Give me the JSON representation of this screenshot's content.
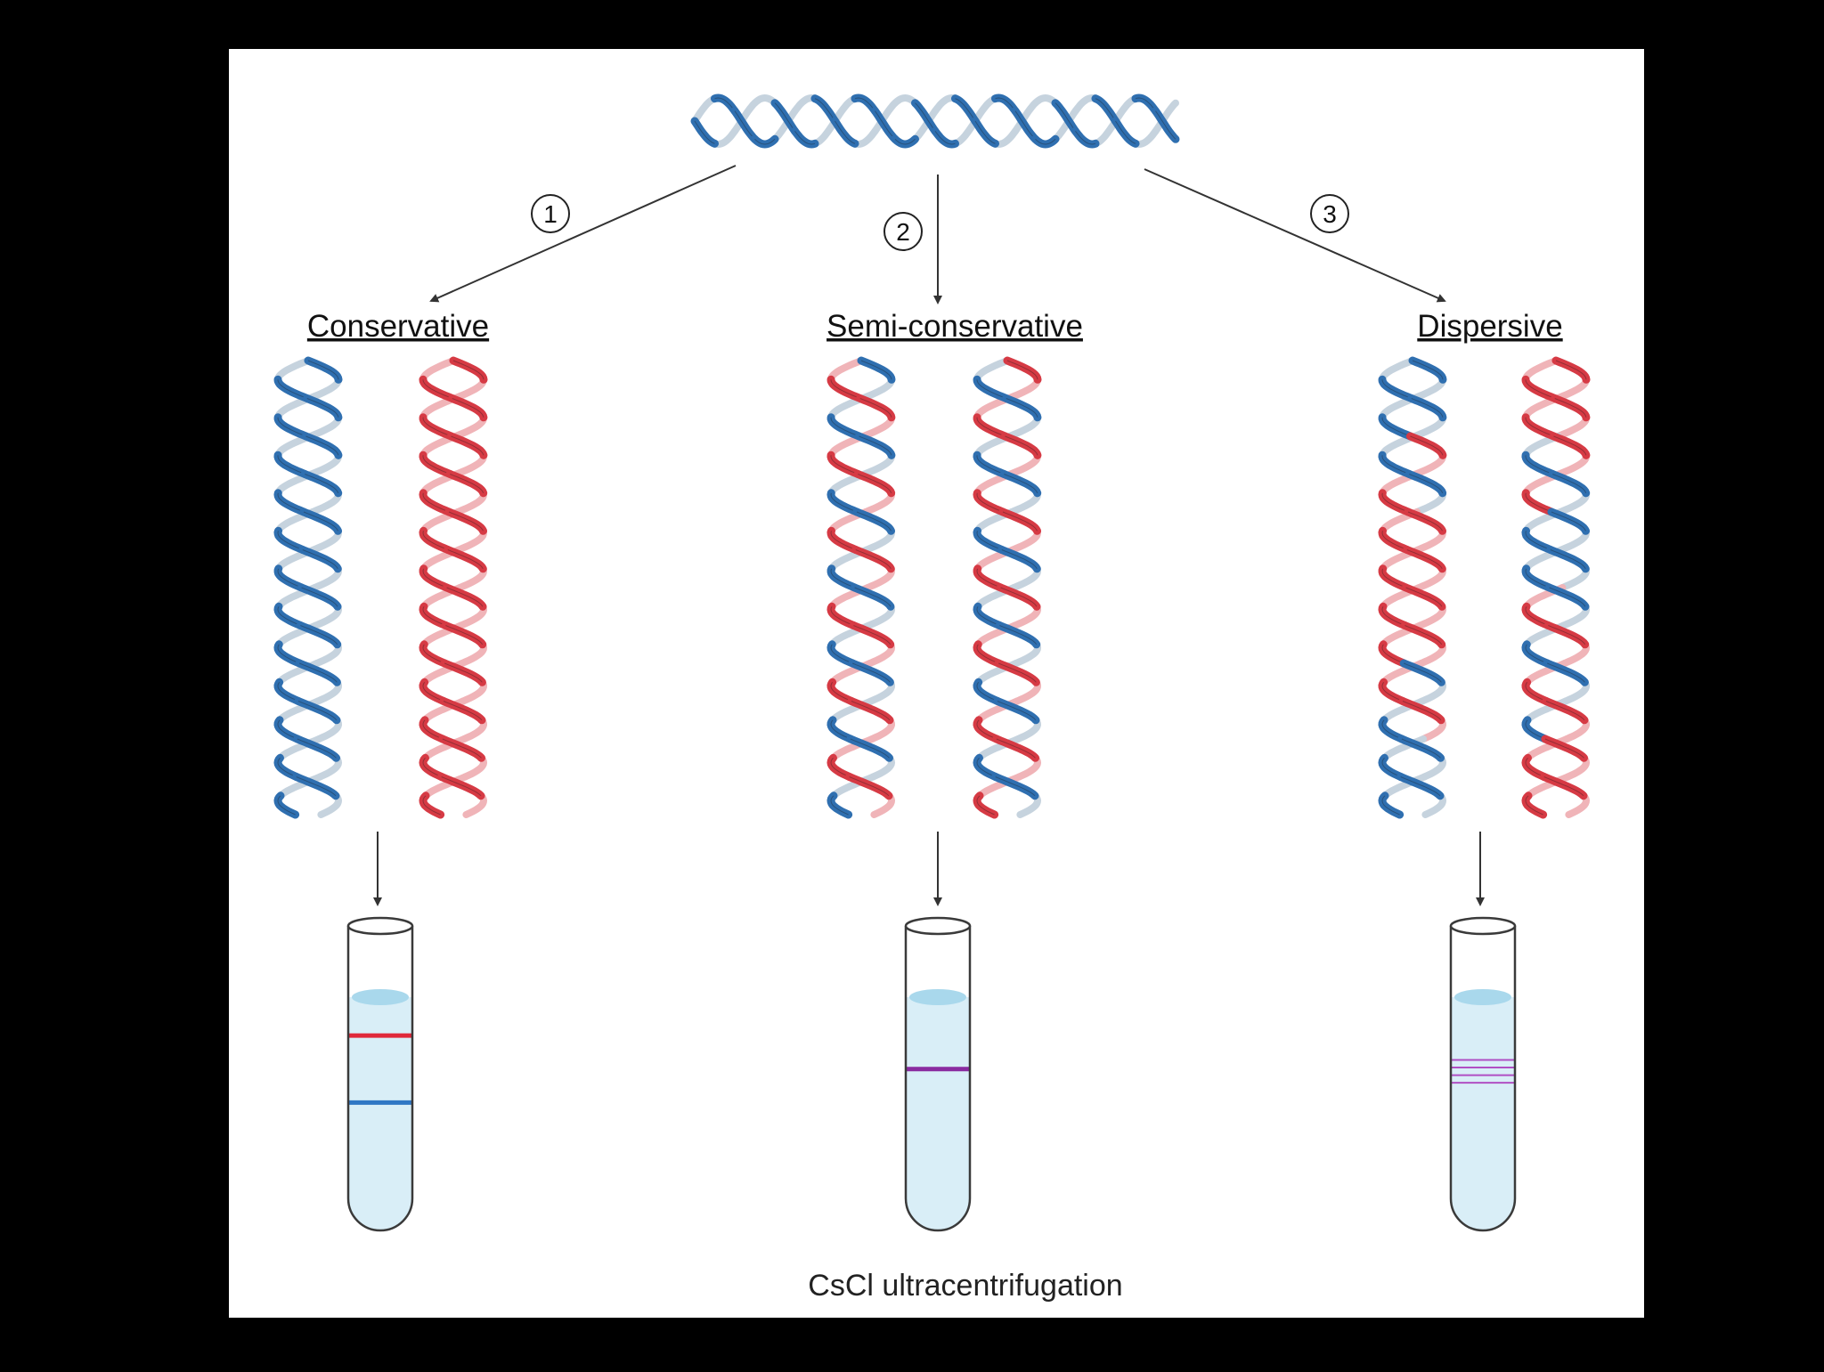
{
  "diagram": {
    "title": "",
    "steps": [
      {
        "number": "1",
        "label": "Conservative"
      },
      {
        "number": "2",
        "label": "Semi-conservative"
      },
      {
        "number": "3",
        "label": "Dispersive"
      }
    ],
    "caption": "CsCl ultracentrifugation"
  },
  "colors": {
    "background": "#000000",
    "panel": "#ffffff",
    "parent_strand": "#2f6fb0",
    "parent_strand_light": "#c6d3de",
    "new_strand": "#d63a44",
    "new_strand_light": "#f0b4b8",
    "tube_liquid": "#d9eef7",
    "tube_meniscus": "#a9d8ec",
    "band_heavy": "#2f77c4",
    "band_light": "#e0283a",
    "band_hybrid": "#8a2ba0",
    "arrow": "#333333"
  },
  "tubes": [
    {
      "model": "Conservative",
      "bands": [
        {
          "color": "#e0283a",
          "level": 0.36
        },
        {
          "color": "#2f77c4",
          "level": 0.58
        }
      ]
    },
    {
      "model": "Semi-conservative",
      "bands": [
        {
          "color": "#8a2ba0",
          "level": 0.47
        }
      ]
    },
    {
      "model": "Dispersive",
      "bands": [
        {
          "color": "#b04fc4",
          "level": 0.44
        },
        {
          "color": "#b04fc4",
          "level": 0.465
        },
        {
          "color": "#b04fc4",
          "level": 0.49
        },
        {
          "color": "#b04fc4",
          "level": 0.515
        }
      ]
    }
  ]
}
